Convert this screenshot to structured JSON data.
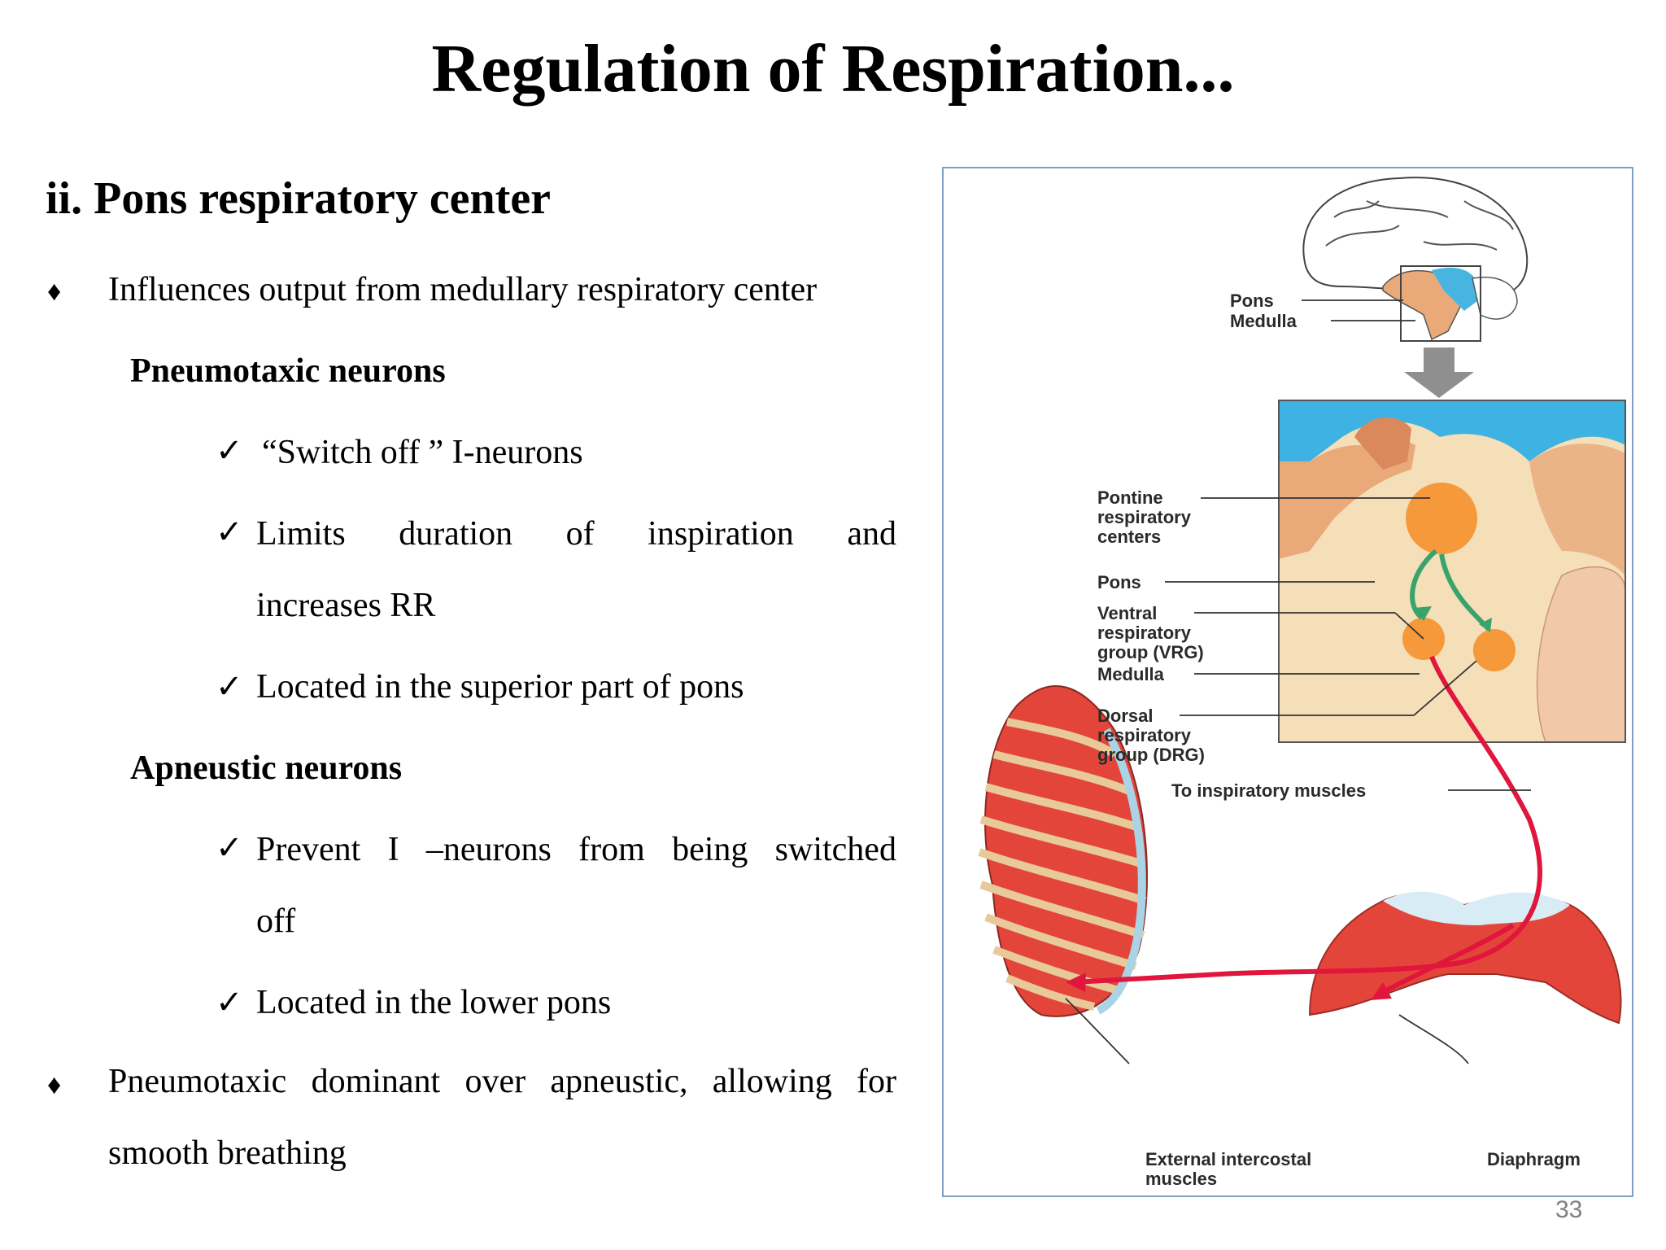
{
  "title": "Regulation of Respiration...",
  "subtitle": "ii. Pons respiratory center",
  "bullets": {
    "b1": "Influences output from medullary respiratory center",
    "b2_line1": [
      "Pneumotaxic",
      "dominant",
      "over",
      "apneustic,",
      "allowing",
      "for"
    ],
    "b2_line2": "smooth breathing"
  },
  "pneumotaxic": {
    "heading": "Pneumotaxic neurons",
    "item1": "“Switch off ” I-neurons",
    "item2_line1": [
      "Limits",
      "duration",
      "of",
      "inspiration",
      "and"
    ],
    "item2_line2": "increases RR",
    "item3": "Located in the superior part of pons"
  },
  "apneustic": {
    "heading": "Apneustic neurons",
    "item1_line1": [
      "Prevent",
      "I",
      "–neurons",
      "from",
      "being",
      "switched"
    ],
    "item1_line2": "off",
    "item2": "Located in the lower pons"
  },
  "figure": {
    "labels": {
      "pons_top": "Pons",
      "medulla_top": "Medulla",
      "pontine_1": "Pontine",
      "pontine_2": "respiratory",
      "pontine_3": "centers",
      "pons": "Pons",
      "vrg_1": "Ventral",
      "vrg_2": "respiratory",
      "vrg_3": "group (VRG)",
      "medulla": "Medulla",
      "drg_1": "Dorsal",
      "drg_2": "respiratory",
      "drg_3": "group (DRG)",
      "inspiratory": "To inspiratory muscles",
      "intercostal_1": "External intercostal",
      "intercostal_2": "muscles",
      "diaphragm": "Diaphragm"
    }
  },
  "page_number": "33",
  "symbols": {
    "bullet": "♦",
    "check": "✓"
  },
  "colors": {
    "nerve": "#e0163c",
    "center": "#f5993a",
    "pathway": "#3aa36b",
    "csf": "#3db2e3",
    "tissue": "#f4dfb9"
  }
}
